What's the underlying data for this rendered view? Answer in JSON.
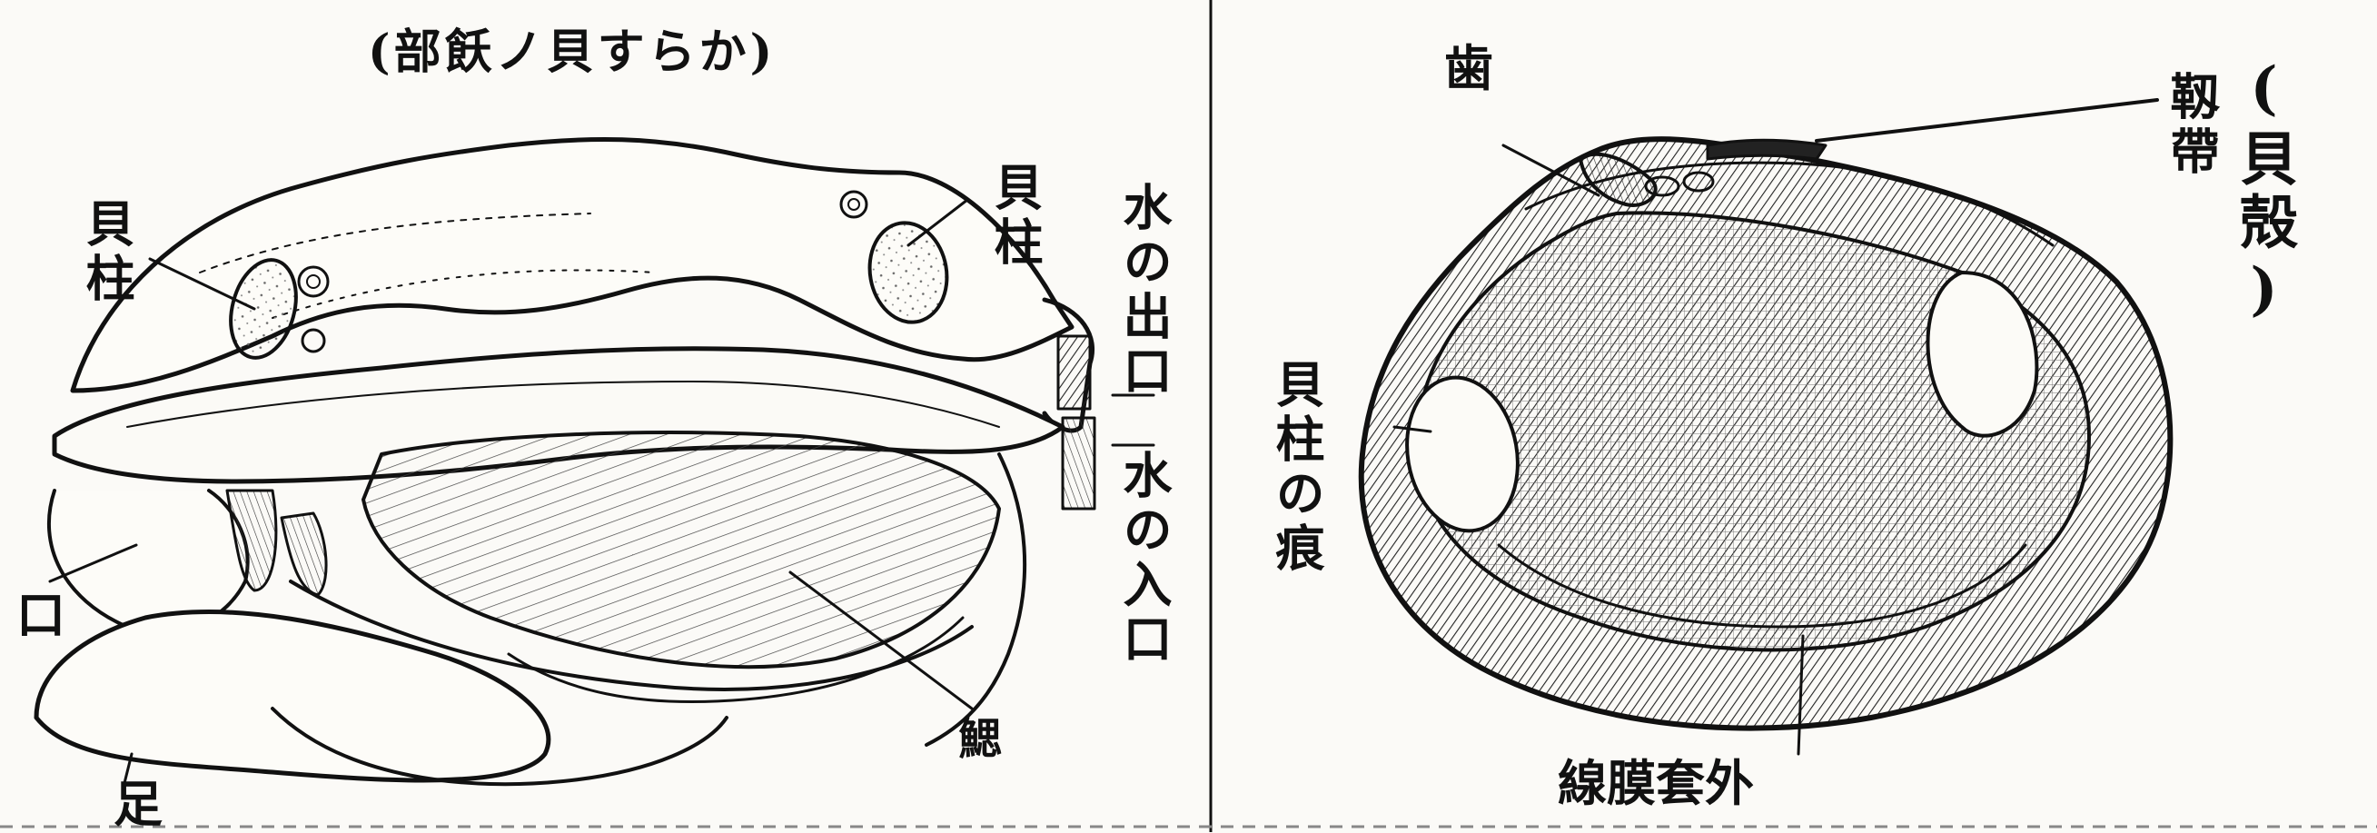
{
  "figure_left": {
    "title": "(部飫ノ貝すらか)",
    "labels": {
      "adductor_left": "貝柱",
      "adductor_right": "貝柱",
      "water_outlet": "水の出口",
      "water_inlet": "水の入口",
      "mouth": "口",
      "gill": "鰓",
      "foot": "足"
    }
  },
  "figure_right": {
    "labels": {
      "teeth": "歯",
      "ligament": "靱帶",
      "shell": "(貝殻)",
      "adductor_scar": "貝柱の痕",
      "pallial_line": "線膜套外"
    }
  }
}
